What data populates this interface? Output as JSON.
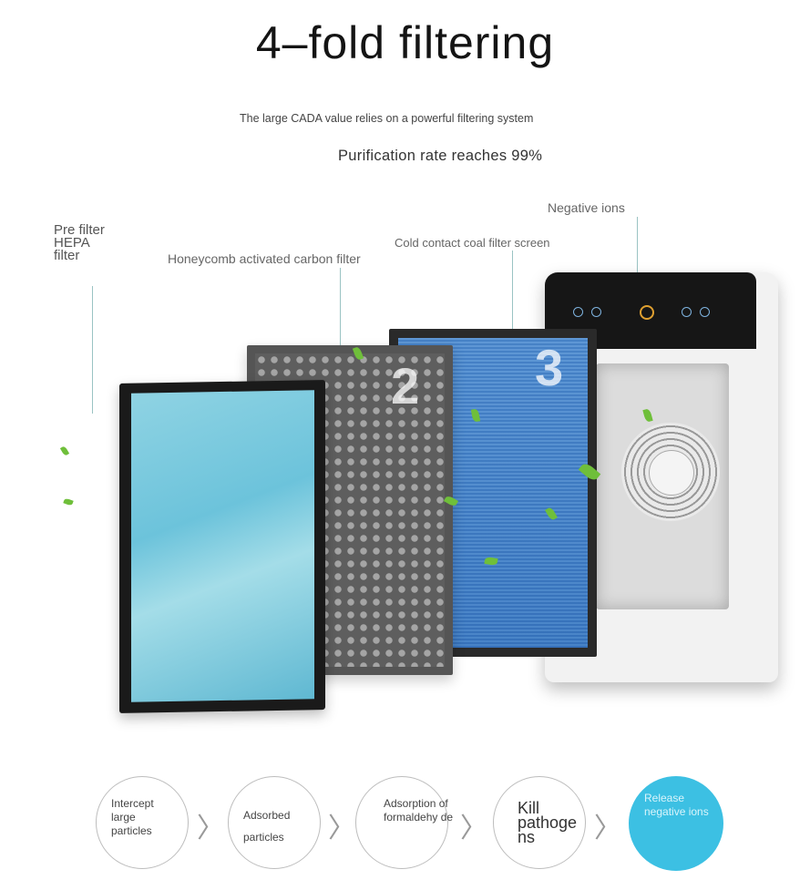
{
  "header": {
    "title": "4–fold filtering",
    "subtitle": "The large CADA value relies on a powerful filtering system",
    "rate": "Purification rate reaches 99%"
  },
  "labels": {
    "pre_filter": [
      "Pre filter",
      "HEPA",
      "filter"
    ],
    "honeycomb": "Honeycomb activated carbon filter",
    "cold_contact": "Cold contact coal filter screen",
    "negative_ions": "Negative ions"
  },
  "filters": {
    "num2": "2",
    "num3": "3"
  },
  "steps": [
    {
      "text": "Intercept large particles"
    },
    {
      "text": "Adsorbed particles"
    },
    {
      "text": "Adsorption of formaldehy de"
    },
    {
      "text": "Kill pathoge ns"
    },
    {
      "text": "Release negative ions"
    }
  ],
  "arrow_glyph": "〉",
  "colors": {
    "accent_blue": "#3cc0e3",
    "leaf_green": "#6fbf3a"
  }
}
